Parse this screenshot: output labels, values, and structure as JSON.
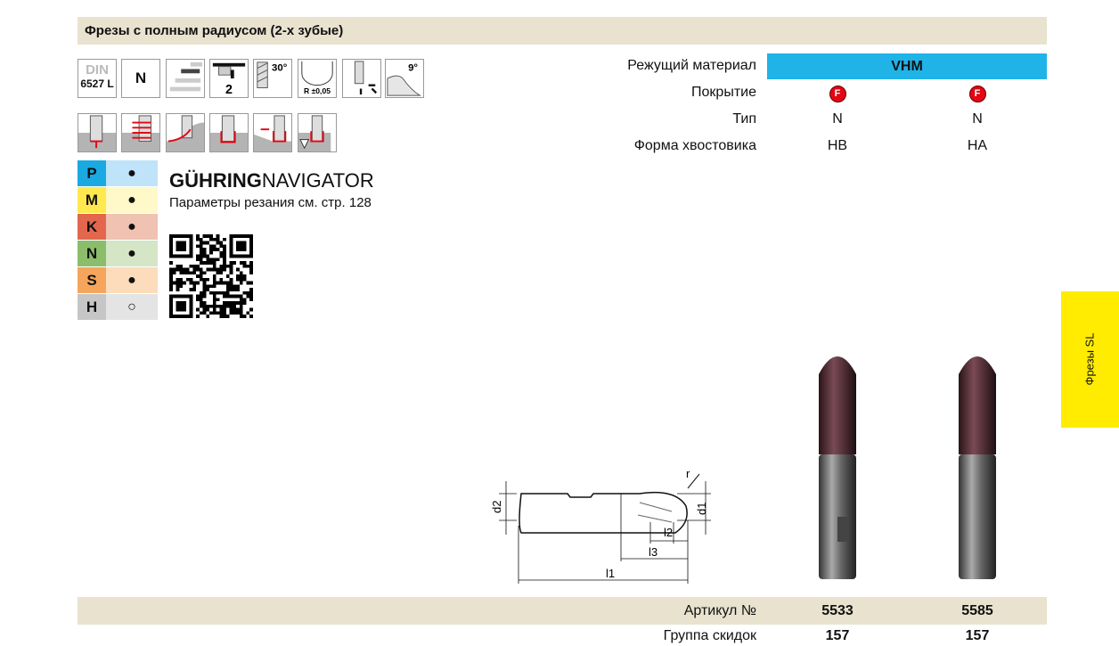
{
  "title": "Фрезы с полным радиусом (2-х зубые)",
  "icons_row1": [
    {
      "name": "din-standard-icon",
      "top": "DIN",
      "bottom": "6527 L"
    },
    {
      "name": "type-n-icon",
      "text": "N"
    },
    {
      "name": "tolerance-icon"
    },
    {
      "name": "flutes-icon",
      "text": "2"
    },
    {
      "name": "helix-angle-icon",
      "text": "30°"
    },
    {
      "name": "radius-tolerance-icon",
      "text": "R ±0,05"
    },
    {
      "name": "feed-directions-icon"
    },
    {
      "name": "clearance-angle-icon",
      "text": "9°"
    }
  ],
  "icons_row2": [
    "plunge-drilling-icon",
    "helical-milling-icon",
    "profile-milling-icon",
    "slot-milling-icon",
    "ramping-icon",
    "pocket-milling-icon"
  ],
  "materials": [
    {
      "letter": "P",
      "mark": "●",
      "c1": "#1aa9e1",
      "c2": "#bfe3f8"
    },
    {
      "letter": "M",
      "mark": "●",
      "c1": "#ffe94e",
      "c2": "#fff8c8"
    },
    {
      "letter": "K",
      "mark": "●",
      "c1": "#e2674d",
      "c2": "#f0c2b2"
    },
    {
      "letter": "N",
      "mark": "●",
      "c1": "#8bbd6a",
      "c2": "#d4e6c6"
    },
    {
      "letter": "S",
      "mark": "●",
      "c1": "#f6a55c",
      "c2": "#fddcbb"
    },
    {
      "letter": "H",
      "mark": "○",
      "c1": "#c6c6c6",
      "c2": "#e4e4e4"
    }
  ],
  "navigator": {
    "brand": "GÜHRING",
    "suffix": "NAVIGATOR",
    "text": "Параметры резания см. стр. 128"
  },
  "specs": {
    "labels": [
      "Режущий материал",
      "Покрытие",
      "Тип",
      "Форма хвостовика"
    ],
    "material": "VHM",
    "coating": [
      "F",
      "F"
    ],
    "type": [
      "N",
      "N"
    ],
    "shank": [
      "HB",
      "HA"
    ]
  },
  "side_tab": "Фрезы SL",
  "diagram": {
    "d2": "d2",
    "d1": "d1",
    "r": "r",
    "l1": "l1",
    "l2": "l2",
    "l3": "l3"
  },
  "footer": {
    "article_label": "Артикул №",
    "articles": [
      "5533",
      "5585"
    ],
    "discount_label": "Группа скидок",
    "discounts": [
      "157",
      "157"
    ]
  },
  "colors": {
    "header_bg": "#e8e2cf",
    "vhm": "#1fb3e8",
    "side_tab": "#ffec00"
  }
}
